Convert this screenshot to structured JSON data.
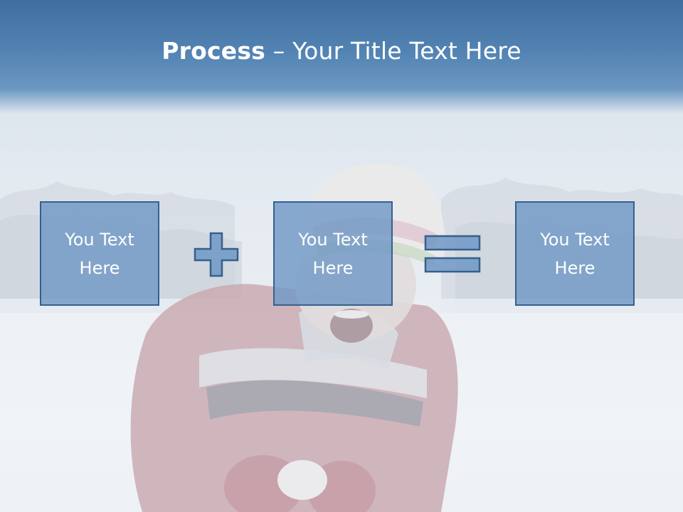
{
  "slide": {
    "title_bold": "Process",
    "title_rest": " – Your Title Text Here"
  },
  "process": {
    "steps": [
      {
        "text": "You Text Here"
      },
      {
        "text": "You Text Here"
      },
      {
        "text": "You Text Here"
      }
    ],
    "operators": [
      "plus-icon",
      "equals-icon"
    ]
  },
  "colors": {
    "title_band": "#4a7aab",
    "box_fill": "#7098c6",
    "box_border": "#35608e",
    "text": "#ffffff"
  }
}
